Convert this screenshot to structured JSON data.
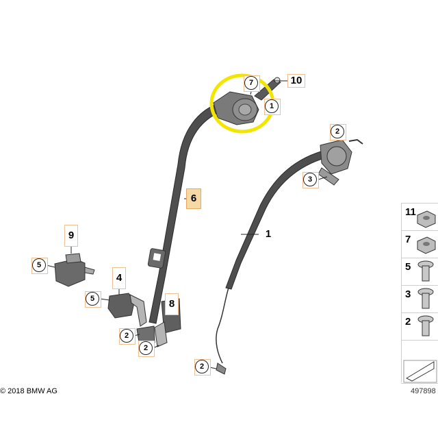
{
  "callouts": {
    "c10": "10",
    "c7": "7",
    "c1top": "1",
    "c2right": "2",
    "c3": "3",
    "c6": "6",
    "c1": "1",
    "c9": "9",
    "c5a": "5",
    "c4": "4",
    "c5b": "5",
    "c8": "8",
    "c2a": "2",
    "c2b": "2",
    "c2c": "2"
  },
  "legend": [
    "11",
    "7",
    "5",
    "3",
    "2"
  ],
  "footer": {
    "copyright": "© 2018 BMW AG",
    "doc_number": "497898"
  },
  "colors": {
    "belt": "#4a4a4a",
    "highlight_ring": "#f2e600",
    "highlight_label": "#f7d9a6",
    "label_border": "#f0c090"
  }
}
